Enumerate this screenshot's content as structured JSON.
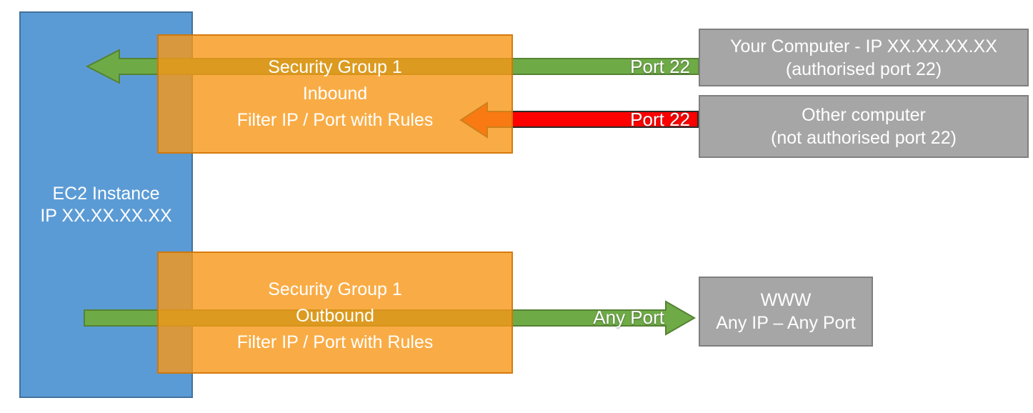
{
  "ec2": {
    "name": "EC2 Instance",
    "ip": "IP XX.XX.XX.XX"
  },
  "inbound_sg": {
    "title": "Security Group 1",
    "direction": "Inbound",
    "description": "Filter IP / Port with Rules"
  },
  "outbound_sg": {
    "title": "Security Group 1",
    "direction": "Outbound",
    "description": "Filter IP / Port with Rules"
  },
  "your_computer": {
    "title": "Your Computer - IP XX.XX.XX.XX",
    "subtitle": "(authorised port 22)"
  },
  "other_computer": {
    "title": "Other computer",
    "subtitle": "(not authorised port 22)"
  },
  "www": {
    "title": "WWW",
    "subtitle": "Any IP – Any Port"
  },
  "arrows": {
    "inbound_allowed": {
      "label": "Port 22",
      "color": "#6EAB47",
      "status": "allowed"
    },
    "inbound_blocked": {
      "label": "Port 22",
      "color": "#FF0000",
      "status": "blocked"
    },
    "outbound": {
      "label": "Any Port",
      "color": "#6EAB47",
      "status": "allowed"
    }
  },
  "colors": {
    "ec2_fill": "#5B9BD5",
    "ec2_border": "#41719C",
    "security_group_fill": "#F89717",
    "security_group_border": "#CD6F00",
    "external_fill": "#A6A6A6",
    "external_border": "#7F7F7F",
    "allowed_green": "#6EAB47",
    "allowed_green_border": "#568233",
    "blocked_red": "#FF0000",
    "blocked_red_border": "#2B2B2B",
    "text": "#FFFFFF"
  }
}
